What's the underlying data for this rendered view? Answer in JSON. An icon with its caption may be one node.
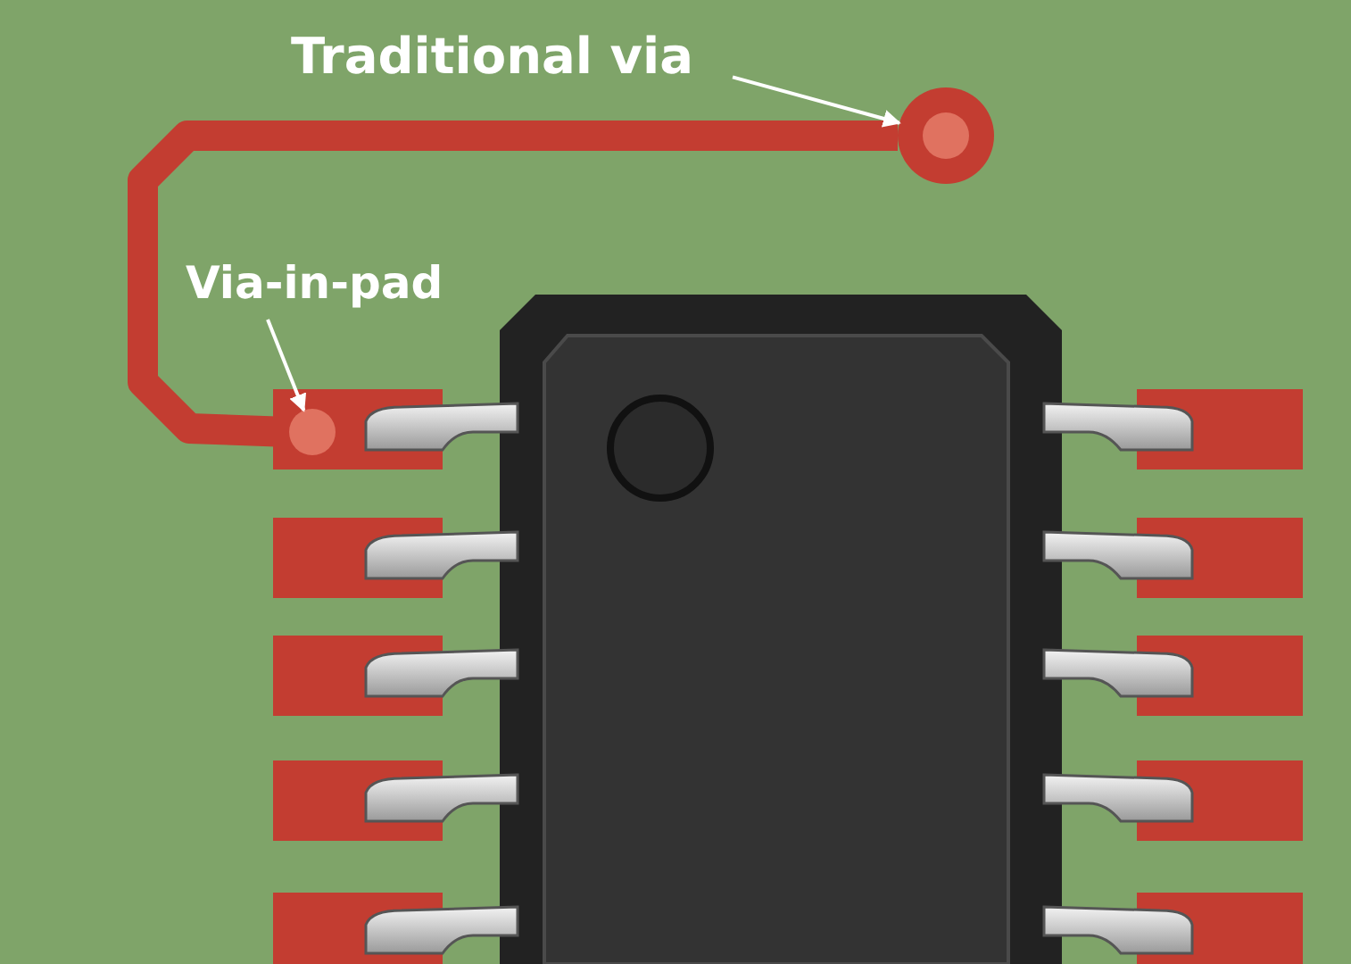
{
  "diagram": {
    "nodes": [
      {
        "text": [
          "Traditional via"
        ]
      },
      {
        "text": [],
        "shape": "circle"
      },
      {
        "text": [
          "Via-in-pad"
        ]
      },
      {
        "text": [],
        "shape": "circle"
      }
    ],
    "edges": [
      {
        "from": 0,
        "to": 1,
        "arrow": "to"
      },
      {
        "from": 2,
        "to": 3,
        "arrow": "to"
      },
      {
        "from": 1,
        "to": 3,
        "arrow": "none",
        "style": "thick",
        "color": "#c33d31"
      }
    ]
  }
}
